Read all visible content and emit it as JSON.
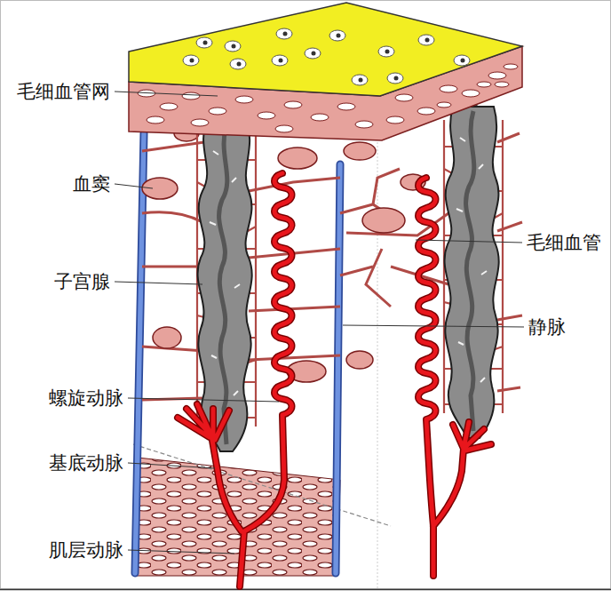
{
  "diagram": {
    "labels": [
      "毛细血管网",
      "血窦",
      "子宫腺",
      "螺旋动脉",
      "基底动脉",
      "肌层动脉",
      "毛细血管",
      "静脉"
    ]
  }
}
